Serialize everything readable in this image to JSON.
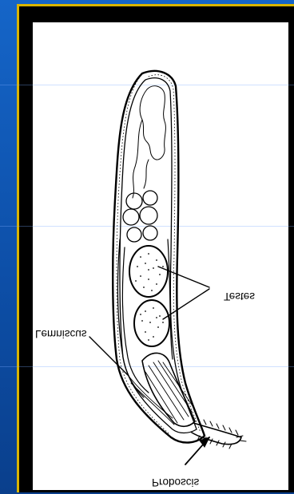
{
  "labels": {
    "testes": "Testes",
    "lemniscus": "Lemniscus",
    "proboscis": "Proboscis"
  },
  "colors": {
    "background": "#1565c8",
    "frame": "#000000",
    "frame_border": "#d9b400",
    "panel": "#ffffff"
  }
}
